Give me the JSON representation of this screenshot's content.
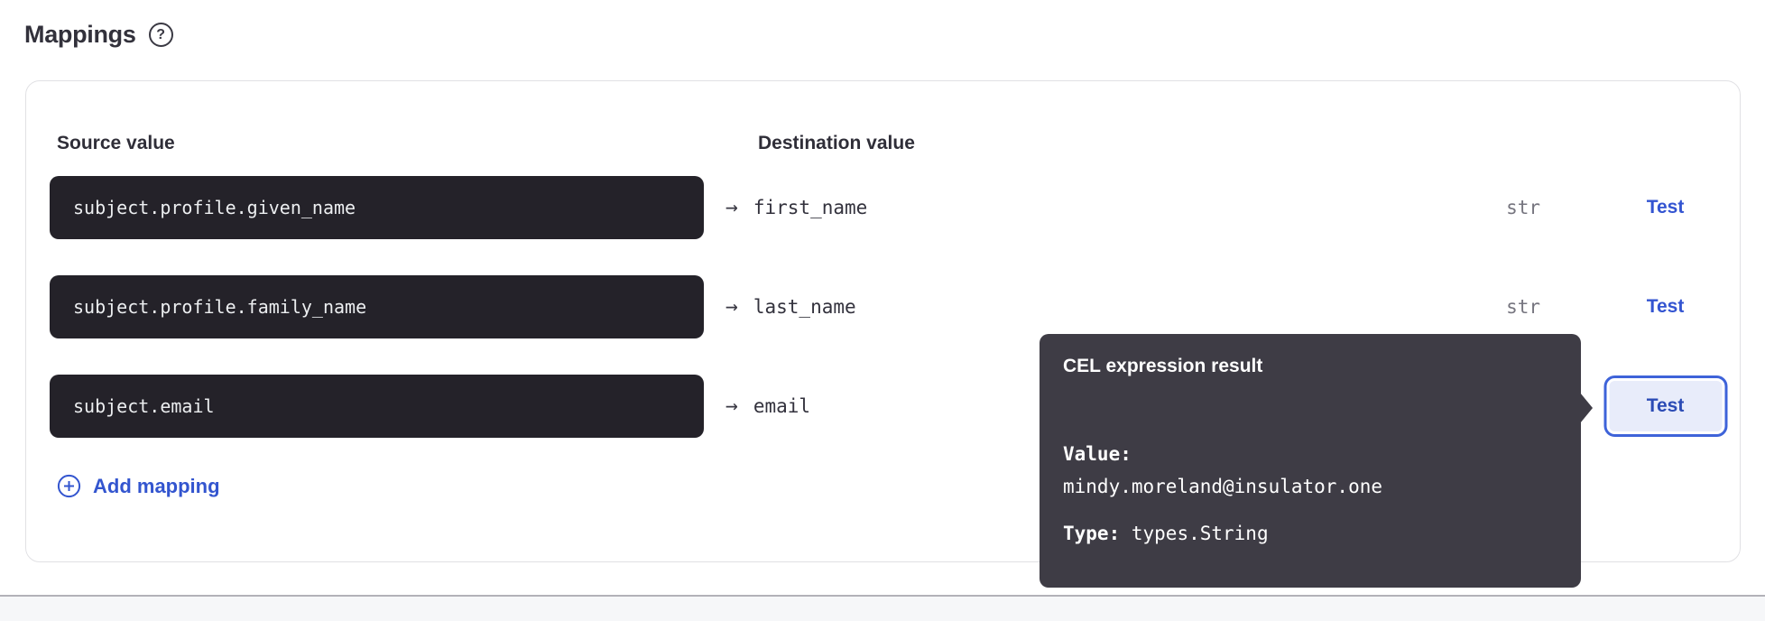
{
  "header": {
    "title": "Mappings",
    "help_glyph": "?"
  },
  "table": {
    "source_header": "Source value",
    "destination_header": "Destination value",
    "rows": [
      {
        "source": "subject.profile.given_name",
        "arrow": "→",
        "destination": "first_name",
        "type": "str",
        "action": "Test"
      },
      {
        "source": "subject.profile.family_name",
        "arrow": "→",
        "destination": "last_name",
        "type": "str",
        "action": "Test"
      },
      {
        "source": "subject.email",
        "arrow": "→",
        "destination": "email",
        "type": "",
        "action": "Test"
      }
    ],
    "add_mapping_label": "Add mapping"
  },
  "tooltip": {
    "title": "CEL expression result",
    "value_label": "Value:",
    "value": "mindy.moreland@insulator.one",
    "type_label": "Type:",
    "type_value": "types.String"
  },
  "colors": {
    "accent_blue": "#3354d1",
    "code_box_bg": "#242229",
    "tooltip_bg": "#3e3c45",
    "focus_ring_blue": "#3e63d9",
    "button_bg": "#e8ecfa",
    "heading_text": "#32313b",
    "type_text": "#76757f",
    "footer_bg": "#f6f7f9"
  }
}
